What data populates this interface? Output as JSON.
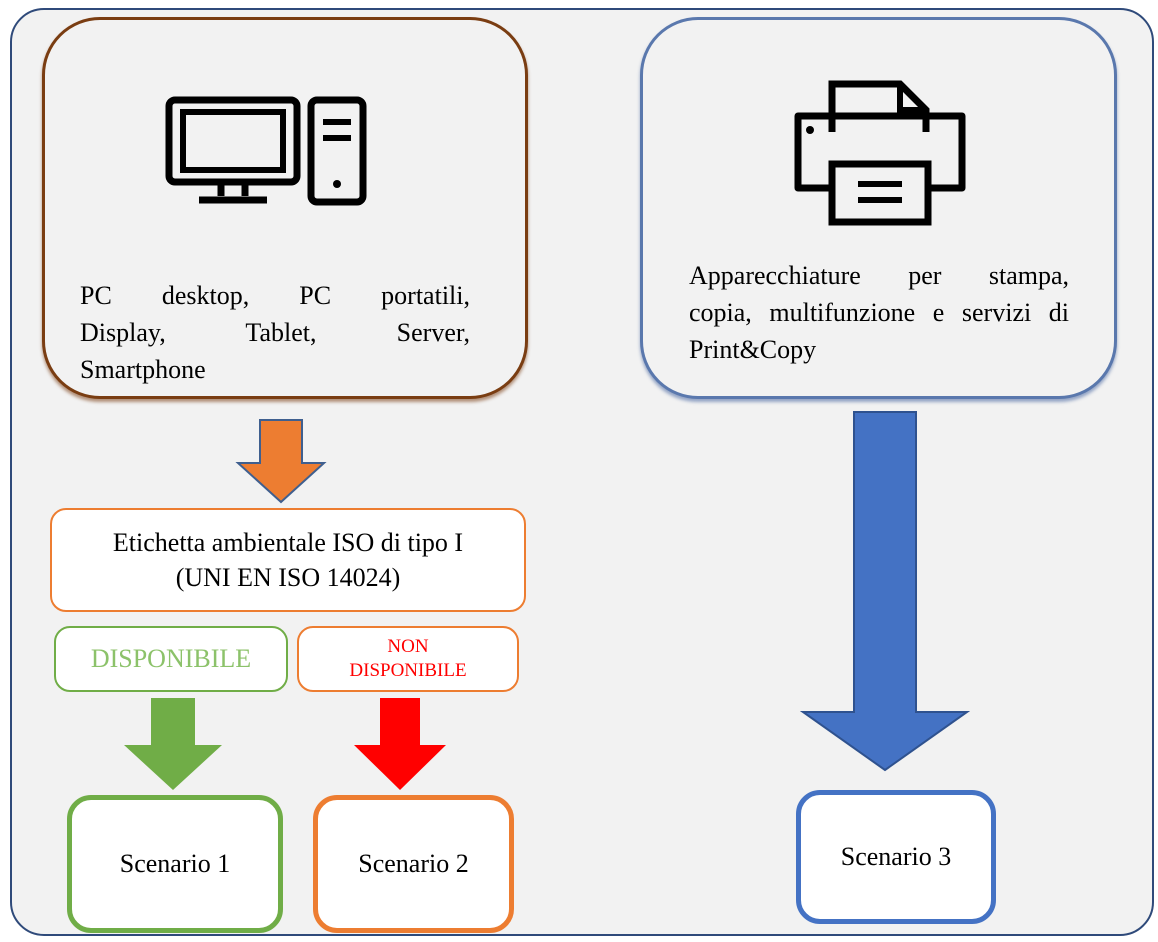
{
  "diagram": {
    "cards": {
      "pc": {
        "icon": "desktop-computer-icon",
        "lines": [
          "PC desktop, PC portatili,",
          "Display, Tablet, Server,",
          "Smartphone"
        ],
        "border_color": "#7a3d12"
      },
      "print": {
        "icon": "printer-icon",
        "lines": [
          "Apparecchiature per stampa,",
          "copia, multifunzione e servizi di",
          "Print&Copy"
        ],
        "border_color": "#5a78ad"
      }
    },
    "label": {
      "line1": "Etichetta ambientale ISO di tipo I",
      "line2": "(UNI EN ISO 14024)"
    },
    "availability": {
      "available": "DISPONIBILE",
      "not_available_line1": "NON",
      "not_available_line2": "DISPONIBILE"
    },
    "scenarios": {
      "s1": "Scenario 1",
      "s2": "Scenario 2",
      "s3": "Scenario 3"
    },
    "colors": {
      "orange": "#ed7d31",
      "green": "#70ad47",
      "red": "#ff0000",
      "blue": "#4472c4",
      "background": "#f2f2f2"
    }
  }
}
